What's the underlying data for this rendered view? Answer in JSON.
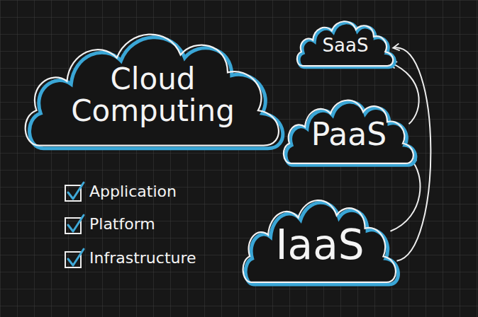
{
  "diagram": {
    "nodes": [
      {
        "text": [
          "Cloud Computing"
        ]
      },
      {
        "text": [
          "SaaS"
        ]
      },
      {
        "text": [
          "PaaS"
        ]
      },
      {
        "text": [
          "IaaS"
        ]
      }
    ],
    "edges": [
      {
        "from": 3,
        "to": 2,
        "arrow": "to"
      },
      {
        "from": 2,
        "to": 1,
        "arrow": "to"
      },
      {
        "from": 3,
        "to": 1,
        "arrow": "to"
      }
    ],
    "labels": [
      "Application",
      "Platform",
      "Infrastructure"
    ]
  }
}
